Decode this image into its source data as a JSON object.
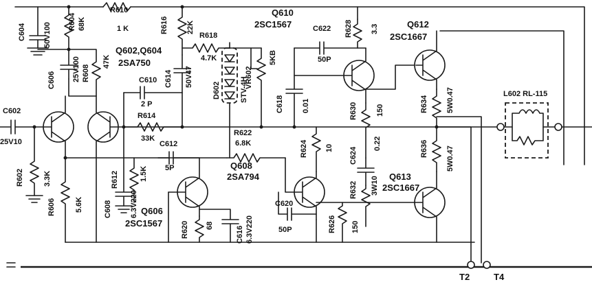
{
  "labels": {
    "r610": "R610",
    "r610v": "1 K",
    "r604": "R604",
    "r604v": "68K",
    "c604": "C604",
    "c604v": "50V100",
    "r616": "R616",
    "r616v": "22K",
    "r618": "R618",
    "r618v": "4.7K",
    "q610": "Q610",
    "q610t": "2SC1567",
    "r628": "R628",
    "r628v": "3.3",
    "c622": "C622",
    "c622v": "50P",
    "q612": "Q612",
    "q612t": "2SC1667",
    "q602": "Q602,Q604",
    "q602t": "2SA750",
    "c606": "C606",
    "c606v": "25V100",
    "r608": "R608",
    "r608v": "47K",
    "c614": "C614",
    "c614v": "50V47",
    "vr602": "VR602",
    "vr602v": "5KB",
    "d602": "D602",
    "stv": "STV-4H",
    "c610": "C610",
    "c610v": "2 P",
    "r614": "R614",
    "r614v": "33K",
    "c612": "C612",
    "c612v": "5P",
    "c618": "C618",
    "c618v": "0.01",
    "r630": "R630",
    "r630v": "150",
    "r634": "R634",
    "r634v": "5W0.47",
    "l602": "L602 RL-115",
    "c602": "C602",
    "c602v": "25V10",
    "r622": "R622",
    "r622v": "6.8K",
    "r624": "R624",
    "r624v": "10",
    "c624": "C624",
    "c624v": "0.22",
    "r632": "R632",
    "r632v": "3W10",
    "r636": "R636",
    "r636v": "5W0.47",
    "q608": "Q608",
    "q608t": "2SA794",
    "q613": "Q613",
    "q613t": "2SC1667",
    "r602": "R602",
    "r602v": "3.3K",
    "r612": "R612",
    "r612v": "1.5K",
    "c608": "C608",
    "c608v": "6.3V220",
    "r606": "R606",
    "r606v": "5.6K",
    "q606": "Q606",
    "q606t": "2SC1567",
    "r620": "R620",
    "r620v": "68",
    "c616": "C616",
    "c616v": "6.3V220",
    "c620": "C620",
    "c620v": "50P",
    "r626": "R626",
    "r626v": "150",
    "t2": "T2",
    "t4": "T4"
  }
}
